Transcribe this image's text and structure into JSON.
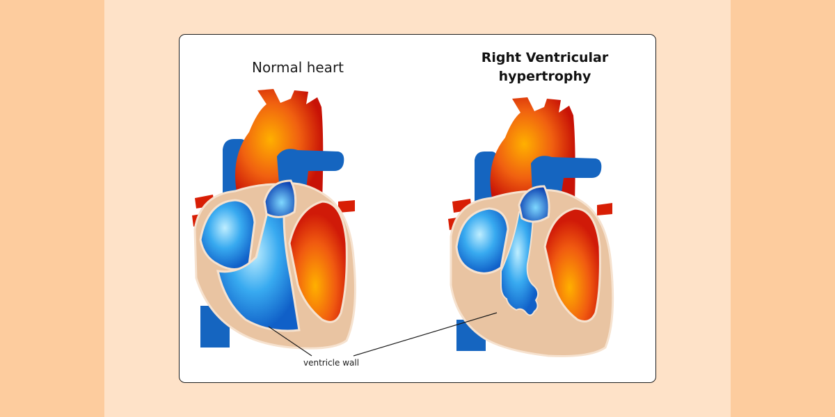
{
  "diagram": {
    "left_title": "Normal heart",
    "right_title_line1": "Right Ventricular",
    "right_title_line2": "hypertrophy",
    "pointer_label": "ventricle wall"
  },
  "colors": {
    "background_side": "#fdcc9e",
    "background_center": "#fee2c8",
    "card": "#ffffff",
    "oxygenated_red": "#d81e05",
    "deoxygenated_blue": "#1565c0",
    "muscle_tan": "#e9c4a2"
  }
}
